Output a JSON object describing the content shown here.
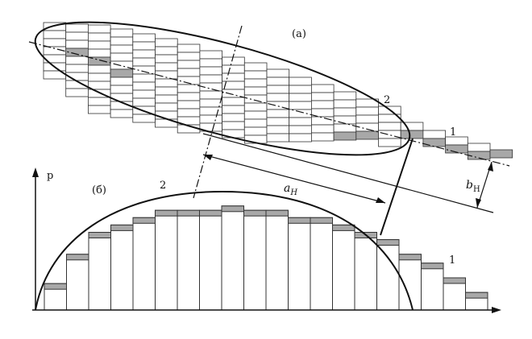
{
  "labels": {
    "panel_a": "(a)",
    "panel_b": "(б)",
    "axis_p": "p",
    "region2_top": "2",
    "region1_top": "1",
    "region2_bottom": "2",
    "region1_bottom": "1",
    "a_letter": "a",
    "a_sub": "H",
    "b_letter": "b",
    "b_sub": "H"
  },
  "colors": {
    "stroke": "#111111",
    "band": "#a8a8a8",
    "grid": "#333333"
  },
  "histogram": {
    "levels": [
      0.18,
      0.38,
      0.53,
      0.58,
      0.63,
      0.68,
      0.68,
      0.68,
      0.71,
      0.68,
      0.68,
      0.63,
      0.63,
      0.58,
      0.53,
      0.48,
      0.38,
      0.32,
      0.22,
      0.12
    ]
  }
}
